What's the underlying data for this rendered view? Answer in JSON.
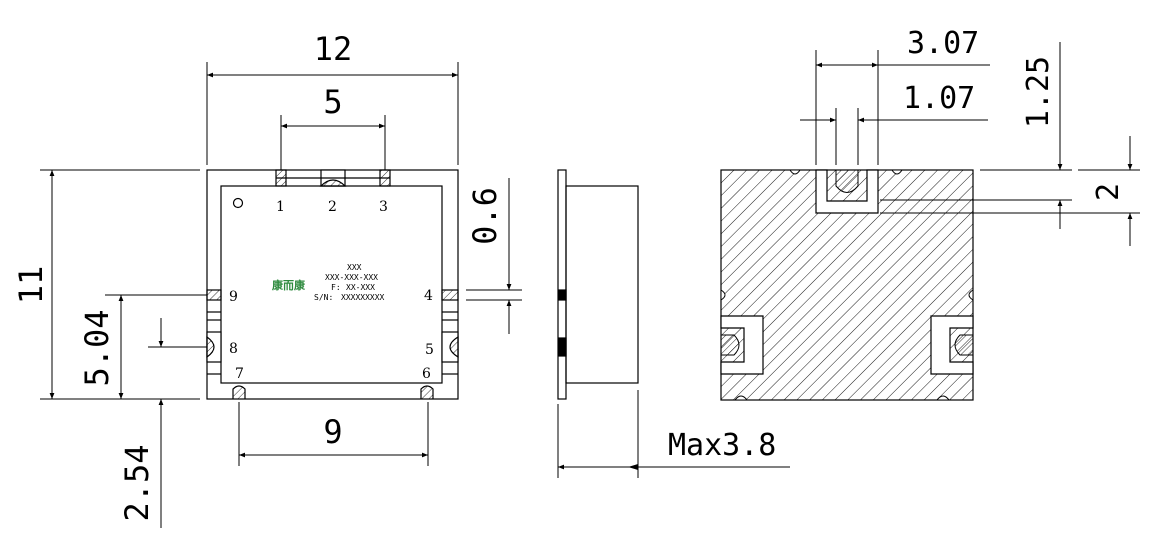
{
  "dimensions": {
    "width_total": "12",
    "pin_span_top": "5",
    "height_total": "11",
    "pin_offset": "5.04",
    "pin_pitch": "2.54",
    "pin_width": "0.6",
    "pin_span_bottom": "9",
    "max_height": "Max3.8",
    "slot_outer": "3.07",
    "slot_inner": "1.07",
    "slot_edge": "1.25",
    "slot_depth": "2"
  },
  "pins": [
    "1",
    "2",
    "3",
    "4",
    "5",
    "6",
    "7",
    "8",
    "9"
  ],
  "label": {
    "brand": "康而康",
    "line1": "XXX",
    "line2": "XXX-XXX-XXX",
    "f_prefix": "F:",
    "f_value": "XX-XXX",
    "sn_prefix": "S/N:",
    "sn_value": "XXXXXXXXX"
  },
  "colors": {
    "brand": "#2e8a3e",
    "line": "#000000",
    "hatch": "#000000"
  }
}
